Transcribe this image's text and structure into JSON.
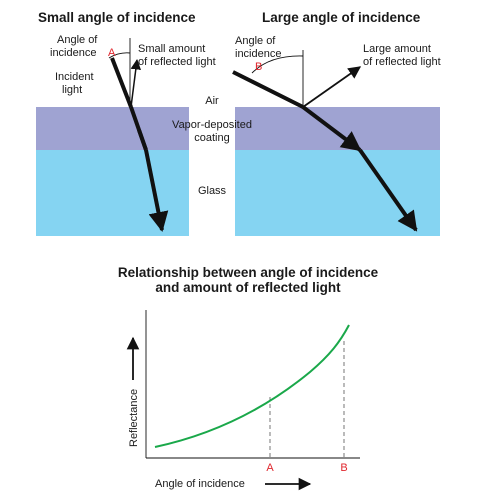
{
  "panels": {
    "small": {
      "title": "Small angle of incidence",
      "angle_line1": "Angle of",
      "angle_line2": "incidence",
      "angle_letter": "A",
      "reflected_line1": "Small amount",
      "reflected_line2": "of reflected light",
      "incident_line1": "Incident",
      "incident_line2": "light"
    },
    "large": {
      "title": "Large angle of incidence",
      "angle_line1": "Angle of",
      "angle_line2": "incidence",
      "angle_letter": "B",
      "reflected_line1": "Large amount",
      "reflected_line2": "of reflected light"
    }
  },
  "media": {
    "air": "Air",
    "coating_line1": "Vapor-deposited",
    "coating_line2": "coating",
    "glass": "Glass",
    "colors": {
      "coating": "#9fa3d2",
      "glass": "#85d4f2",
      "curve": "#1aa84a",
      "accent": "#e0262d"
    }
  },
  "graph": {
    "title_line1": "Relationship between angle of incidence",
    "title_line2": "and amount of reflected light",
    "xlabel": "Angle of incidence",
    "ylabel": "Reflectance",
    "marker_a": "A",
    "marker_b": "B"
  }
}
